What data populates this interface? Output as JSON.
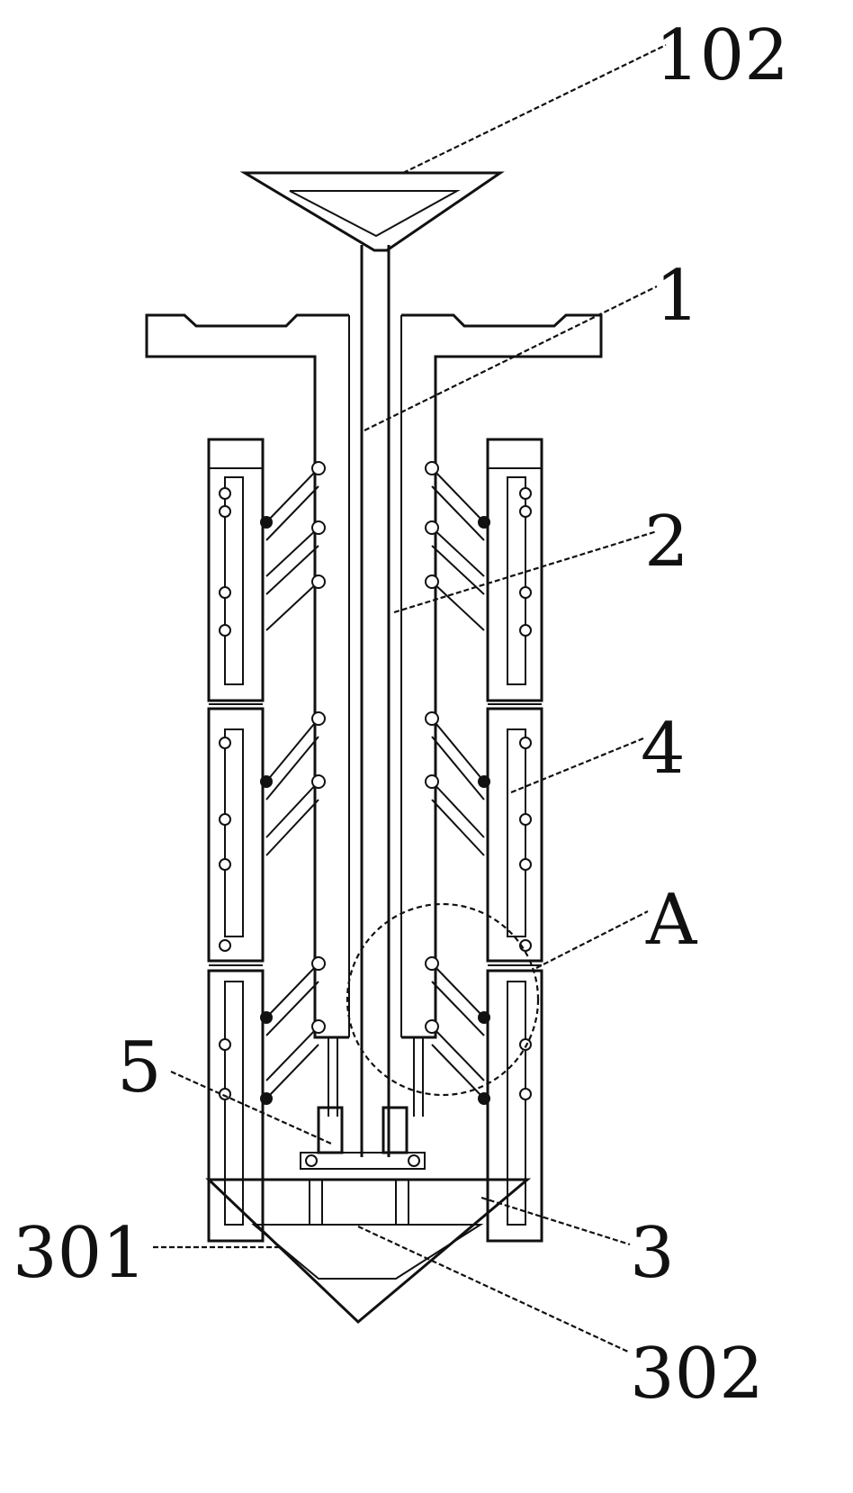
{
  "labels": {
    "funnel": "102",
    "pipe": "1",
    "sleeve": "2",
    "plate": "4",
    "circle": "A",
    "actuator": "5",
    "cone": "3",
    "cone_side": "301",
    "cone_center": "302"
  },
  "colors": {
    "line": "#111111",
    "background": "#ffffff"
  }
}
